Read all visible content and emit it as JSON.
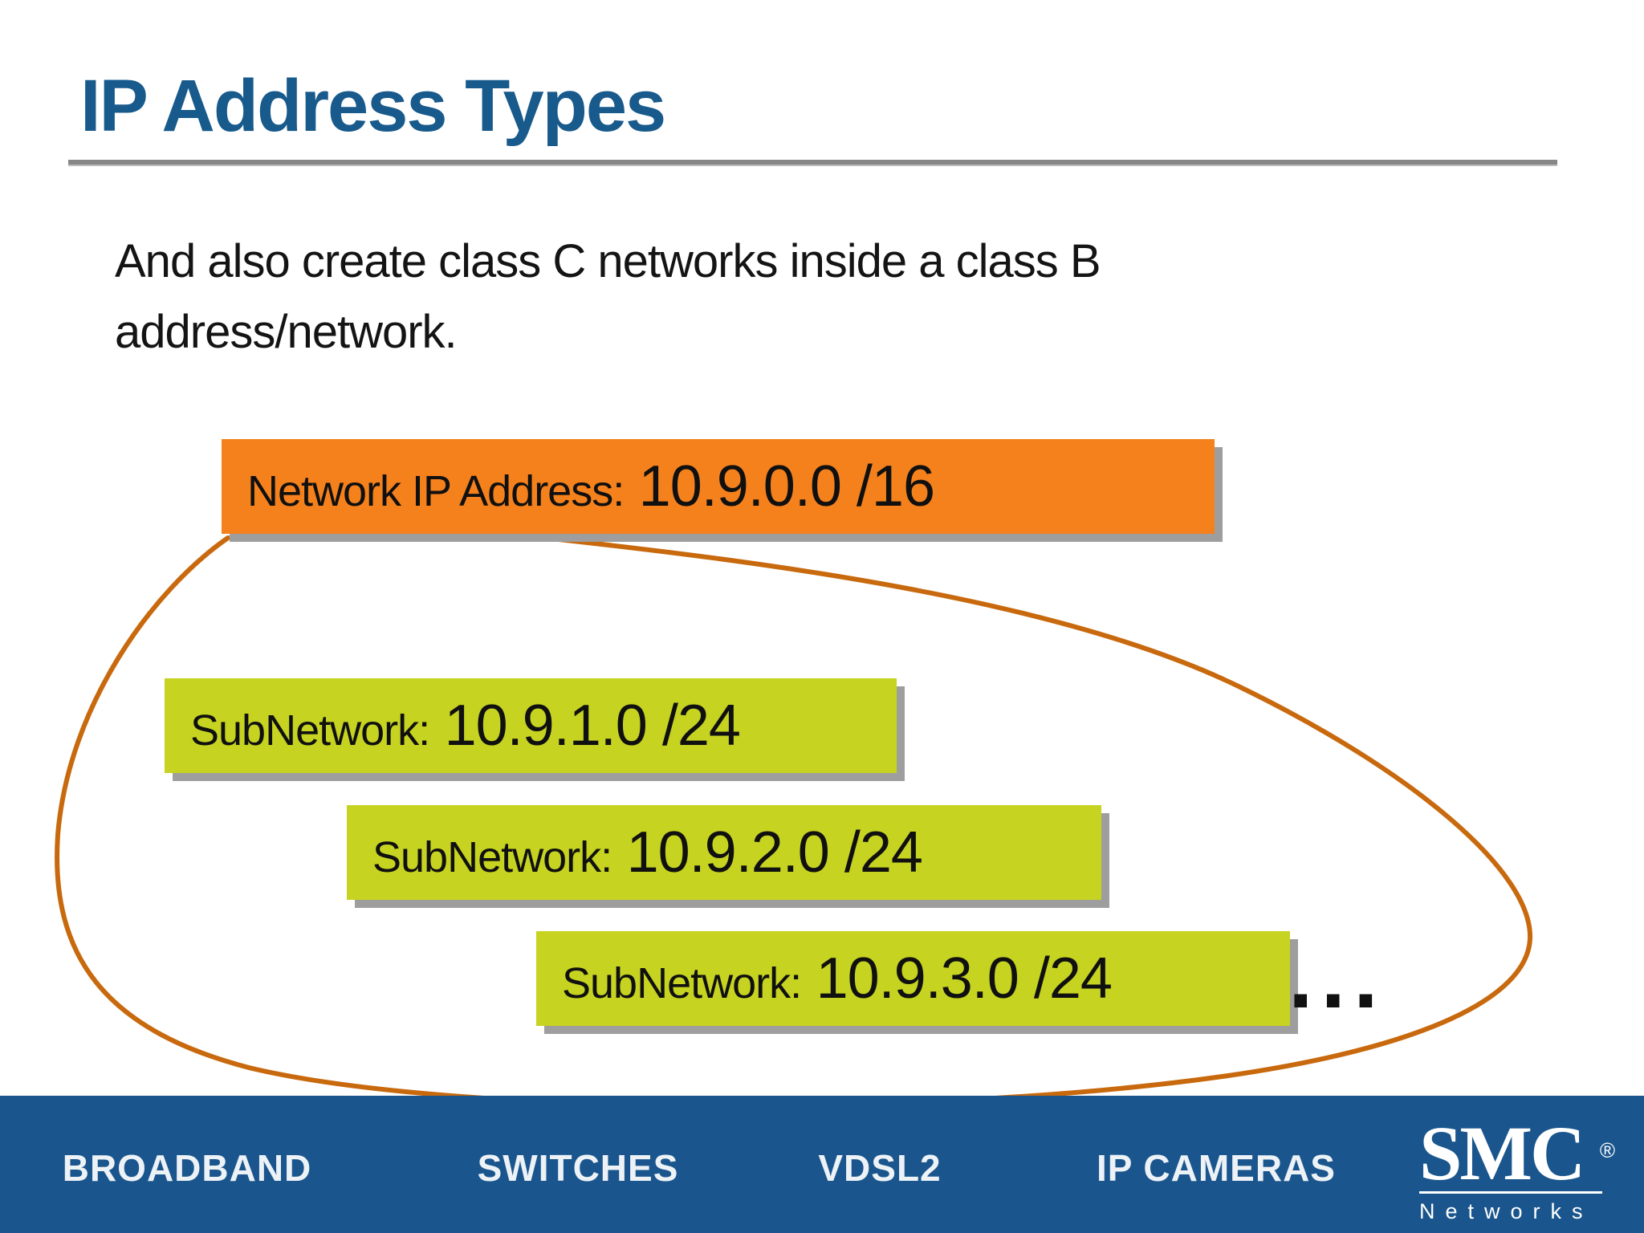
{
  "slide": {
    "title": "IP Address Types",
    "body_lines": [
      "And also create class C networks inside a class B",
      "address/network."
    ],
    "network_box": {
      "label": "Network IP Address:",
      "value": "10.9.0.0 /16"
    },
    "subnetworks": [
      {
        "label": "SubNetwork:",
        "value": "10.9.1.0 /24"
      },
      {
        "label": "SubNetwork:",
        "value": "10.9.2.0 /24"
      },
      {
        "label": "SubNetwork:",
        "value": "10.9.3.0 /24"
      }
    ],
    "ellipsis": "...",
    "colors": {
      "title_blue": "#185A8C",
      "network_box_orange": "#F5811D",
      "subnet_green": "#C6D320",
      "loop_stroke": "#C8690E",
      "footer_blue": "#1A568D",
      "shadow_gray": "#9E9E9E",
      "rule_gray": "#878787"
    }
  },
  "footer": {
    "items": [
      "BROADBAND",
      "SWITCHES",
      "VDSL2",
      "IP CAMERAS"
    ],
    "logo": {
      "brand": "SMC",
      "registered": "®",
      "subtext": "Networks"
    }
  }
}
